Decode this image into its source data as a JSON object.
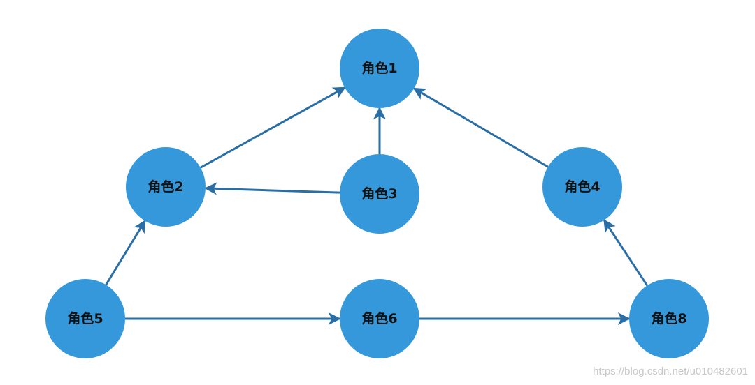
{
  "colors": {
    "node_fill": "#3498db",
    "edge": "#2a6ea6",
    "label": "#111111",
    "watermark": "#c8c8c8"
  },
  "nodes": [
    {
      "id": "r1",
      "label": "角色1"
    },
    {
      "id": "r2",
      "label": "角色2"
    },
    {
      "id": "r3",
      "label": "角色3"
    },
    {
      "id": "r4",
      "label": "角色4"
    },
    {
      "id": "r5",
      "label": "角色5"
    },
    {
      "id": "r6",
      "label": "角色6"
    },
    {
      "id": "r8",
      "label": "角色8"
    }
  ],
  "edges": [
    {
      "from": "r2",
      "to": "r1"
    },
    {
      "from": "r3",
      "to": "r1"
    },
    {
      "from": "r4",
      "to": "r1"
    },
    {
      "from": "r3",
      "to": "r2"
    },
    {
      "from": "r5",
      "to": "r2"
    },
    {
      "from": "r8",
      "to": "r4"
    },
    {
      "from": "r5",
      "to": "r6"
    },
    {
      "from": "r6",
      "to": "r8"
    }
  ],
  "watermark": "https://blog.csdn.net/u010482601"
}
